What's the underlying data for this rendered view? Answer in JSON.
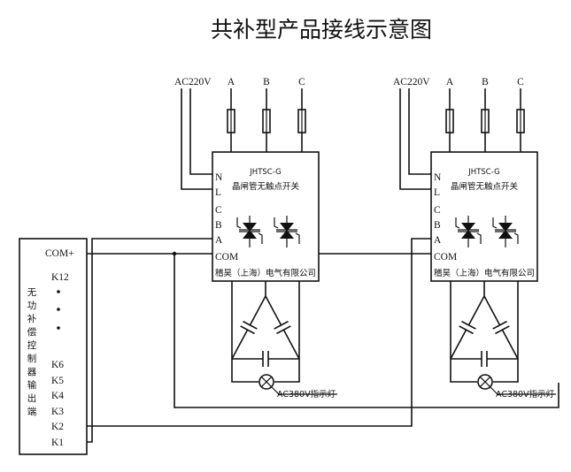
{
  "title": "共补型产品接线示意图",
  "controller": {
    "label": "无功补偿控制器输出端",
    "terminals": [
      "COM+",
      "K12",
      "K6",
      "K5",
      "K4",
      "K3",
      "K2",
      "K1"
    ]
  },
  "inputs": {
    "supply": "AC220V",
    "phases": [
      "A",
      "B",
      "C"
    ]
  },
  "switch_units": [
    {
      "model": "JHTSC-G",
      "name": "晶闸管无触点开关",
      "company": "稽昊（上海）电气有限公司",
      "terminals": [
        "N",
        "L",
        "C",
        "B",
        "A",
        "COM"
      ],
      "indicator": "AC380V指示灯"
    },
    {
      "model": "JHTSC-G",
      "name": "晶闸管无触点开关",
      "company": "稽昊（上海）电气有限公司",
      "terminals": [
        "N",
        "L",
        "C",
        "B",
        "A",
        "COM"
      ],
      "indicator": "AC380V指示灯"
    }
  ]
}
